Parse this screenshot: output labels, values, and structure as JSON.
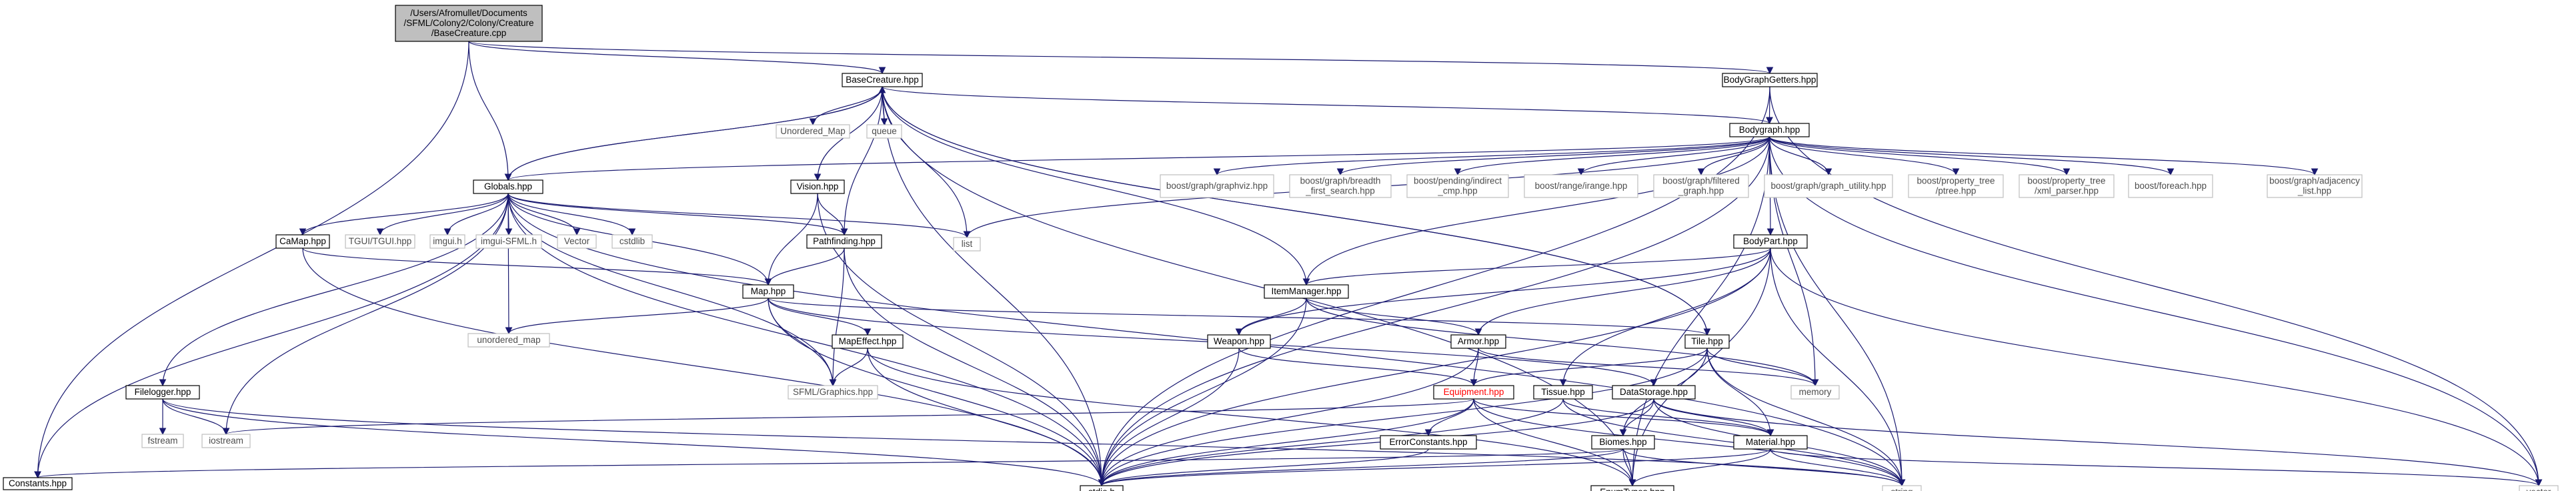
{
  "graph": {
    "root_lines": [
      "/Users/Afromullet/Documents",
      "/SFML/Colony2/Colony/Creature",
      "/BaseCreature.cpp"
    ],
    "nodes": {
      "root": "",
      "constants": "Constants.hpp",
      "basecreature": "BaseCreature.hpp",
      "bodygraphgetters": "BodyGraphGetters.hpp",
      "unordered_map_cap": "Unordered_Map",
      "queue": "queue",
      "bodygraph": "Bodygraph.hpp",
      "globals": "Globals.hpp",
      "vision": "Vision.hpp",
      "graphviz": "boost/graph/graphviz.hpp",
      "bfs": [
        "boost/graph/breadth",
        "_first_search.hpp"
      ],
      "indirect": [
        "boost/pending/indirect",
        "_cmp.hpp"
      ],
      "irange": "boost/range/irange.hpp",
      "filtered": [
        "boost/graph/filtered",
        "_graph.hpp"
      ],
      "graph_utility": "boost/graph/graph_utility.hpp",
      "ptree": [
        "boost/property_tree",
        "/ptree.hpp"
      ],
      "xml_parser": [
        "boost/property_tree",
        "/xml_parser.hpp"
      ],
      "foreach": "boost/foreach.hpp",
      "adjacency": [
        "boost/graph/adjacency",
        "_list.hpp"
      ],
      "camap": "CaMap.hpp",
      "tgui": "TGUI/TGUI.hpp",
      "imgui": "imgui.h",
      "imgui_sfml": "imgui-SFML.h",
      "vector_cap": "Vector",
      "cstdlib": "cstdlib",
      "list": "list",
      "pathfinding": "Pathfinding.hpp",
      "bodypart": "BodyPart.hpp",
      "map": "Map.hpp",
      "itemmanager": "ItemManager.hpp",
      "unordered_map": "unordered_map",
      "mapeffect": "MapEffect.hpp",
      "weapon": "Weapon.hpp",
      "armor": "Armor.hpp",
      "tile": "Tile.hpp",
      "memory": "memory",
      "filelogger": "Filelogger.hpp",
      "sfml_graphics": "SFML/Graphics.hpp",
      "equipment": "Equipment.hpp",
      "tissue": "Tissue.hpp",
      "datastorage": "DataStorage.hpp",
      "fstream": "fstream",
      "iostream": "iostream",
      "errorconstants": "ErrorConstants.hpp",
      "biomes": "Biomes.hpp",
      "material": "Material.hpp",
      "stdio": "stdio.h",
      "enumtypes": "EnumTypes.hpp",
      "string": "string",
      "vector": "vector"
    }
  }
}
